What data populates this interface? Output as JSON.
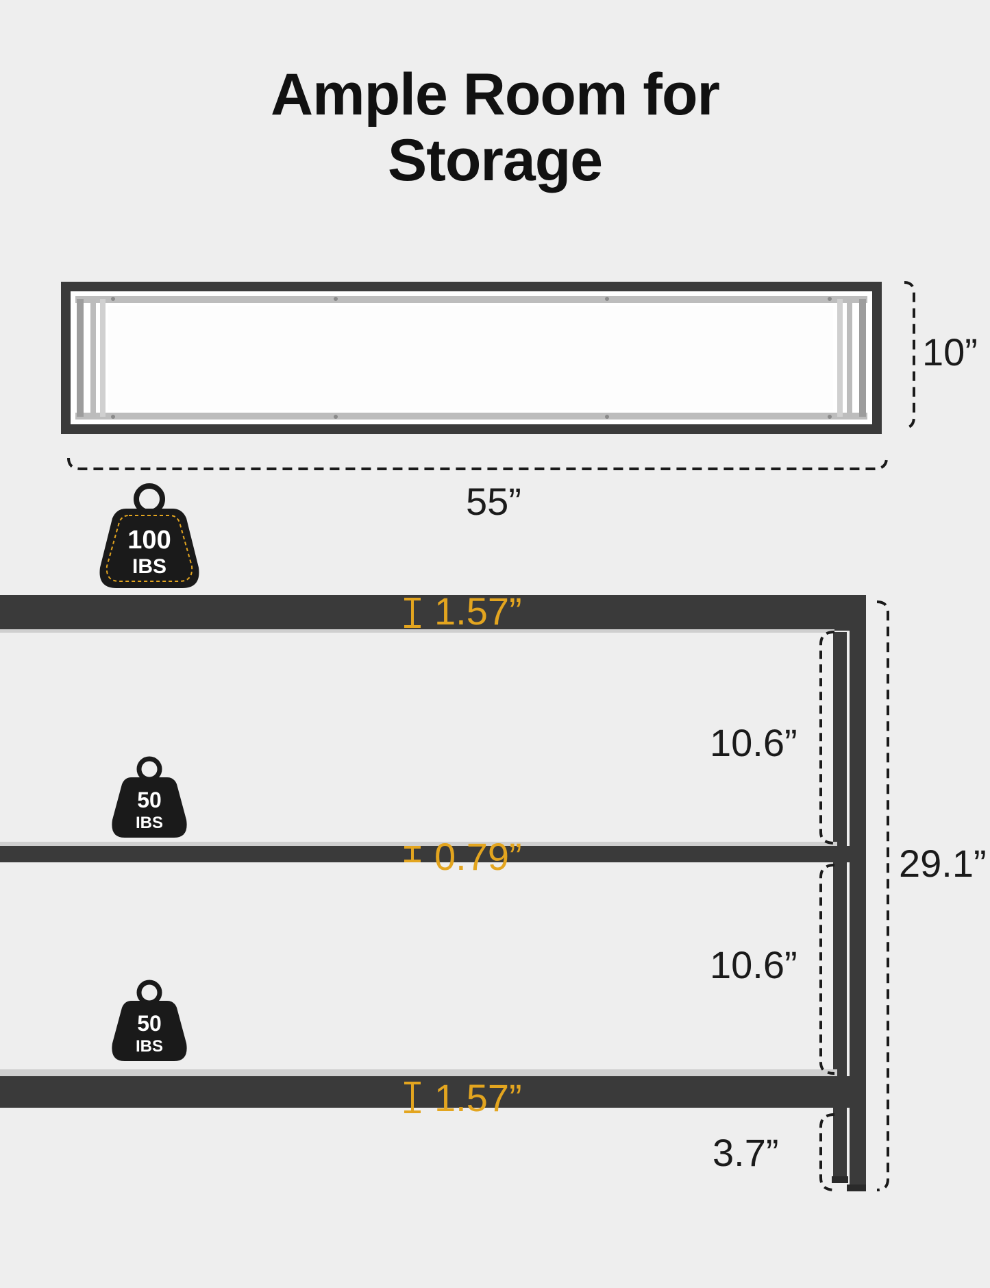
{
  "title": {
    "line1": "Ample Room for",
    "line2": "Storage"
  },
  "top_view": {
    "width": "55”",
    "depth": "10”"
  },
  "weights": [
    {
      "value": "100",
      "unit": "IBS"
    },
    {
      "value": "50",
      "unit": "IBS"
    },
    {
      "value": "50",
      "unit": "IBS"
    }
  ],
  "thickness": {
    "top": "1.57”",
    "middle": "0.79”",
    "bottom": "1.57”"
  },
  "gaps": {
    "upper": "10.6”",
    "lower": "10.6”",
    "floor": "3.7”",
    "total_height": "29.1”"
  },
  "colors": {
    "frame": "#3a3a3a",
    "accent": "#e3a51f",
    "background": "#eeeeee",
    "panel": "#ffffff",
    "text": "#1a1a1a"
  }
}
